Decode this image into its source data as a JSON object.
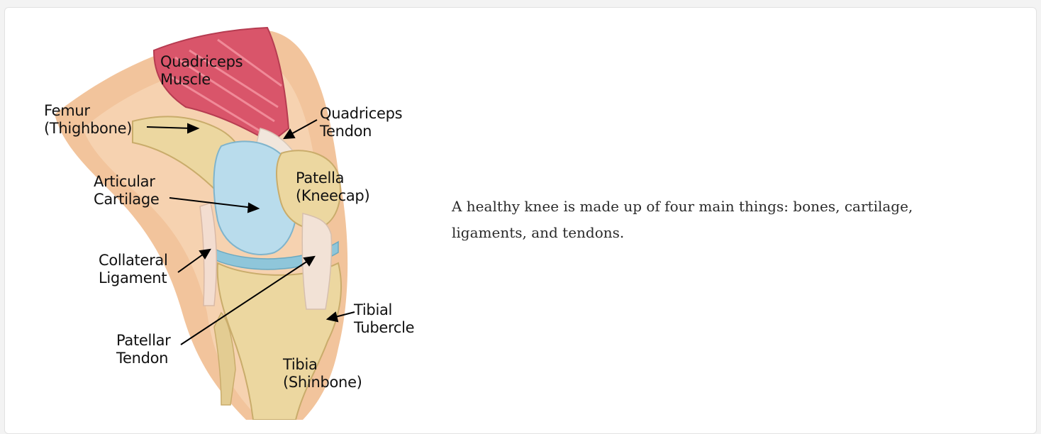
{
  "figure": {
    "labels": {
      "quadriceps_muscle": "Quadriceps\nMuscle",
      "femur": "Femur\n(Thighbone)",
      "quadriceps_tendon": "Quadriceps\nTendon",
      "articular_cartilage": "Articular\nCartilage",
      "patella": "Patella\n(Kneecap)",
      "collateral_ligament": "Collateral\nLigament",
      "tibial_tubercle": "Tibial\nTubercle",
      "patellar_tendon": "Patellar\nTendon",
      "tibia": "Tibia\n(Shinbone)"
    }
  },
  "description": "A healthy knee is made up of four main things: bones, cartilage, ligaments, and tendons."
}
